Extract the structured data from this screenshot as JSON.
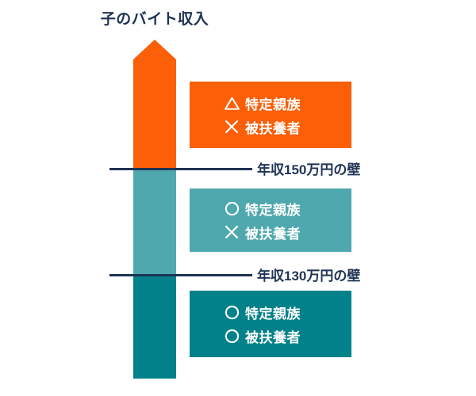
{
  "diagram": {
    "title": "子のバイト収入",
    "axis": {
      "name": "income-arrow",
      "direction": "up",
      "segments": [
        {
          "id": "above-150",
          "color": "#fb5f07"
        },
        {
          "id": "between-130-and-150",
          "color": "#4fa8ae"
        },
        {
          "id": "below-130",
          "color": "#03818a"
        }
      ]
    },
    "thresholds": [
      {
        "id": "wall-150",
        "label": "年収150万円の壁"
      },
      {
        "id": "wall-130",
        "label": "年収130万円の壁"
      }
    ],
    "legend_boxes": [
      {
        "id": "legend-above-150",
        "color": "#fb5f07",
        "rows": [
          {
            "mark": "triangle-icon",
            "symbol": "△",
            "label": "特定親族"
          },
          {
            "mark": "cross-icon",
            "symbol": "×",
            "label": "被扶養者"
          }
        ]
      },
      {
        "id": "legend-130-to-150",
        "color": "#4fa8ae",
        "rows": [
          {
            "mark": "circle-icon",
            "symbol": "○",
            "label": "特定親族"
          },
          {
            "mark": "cross-icon",
            "symbol": "×",
            "label": "被扶養者"
          }
        ]
      },
      {
        "id": "legend-below-130",
        "color": "#03818a",
        "rows": [
          {
            "mark": "circle-icon",
            "symbol": "○",
            "label": "特定親族"
          },
          {
            "mark": "circle-icon",
            "symbol": "○",
            "label": "被扶養者"
          }
        ]
      }
    ],
    "colors": {
      "orange": "#fb5f07",
      "teal_light": "#4fa8ae",
      "teal_dark": "#03818a",
      "navy": "#1f3354",
      "white": "#ffffff"
    }
  }
}
